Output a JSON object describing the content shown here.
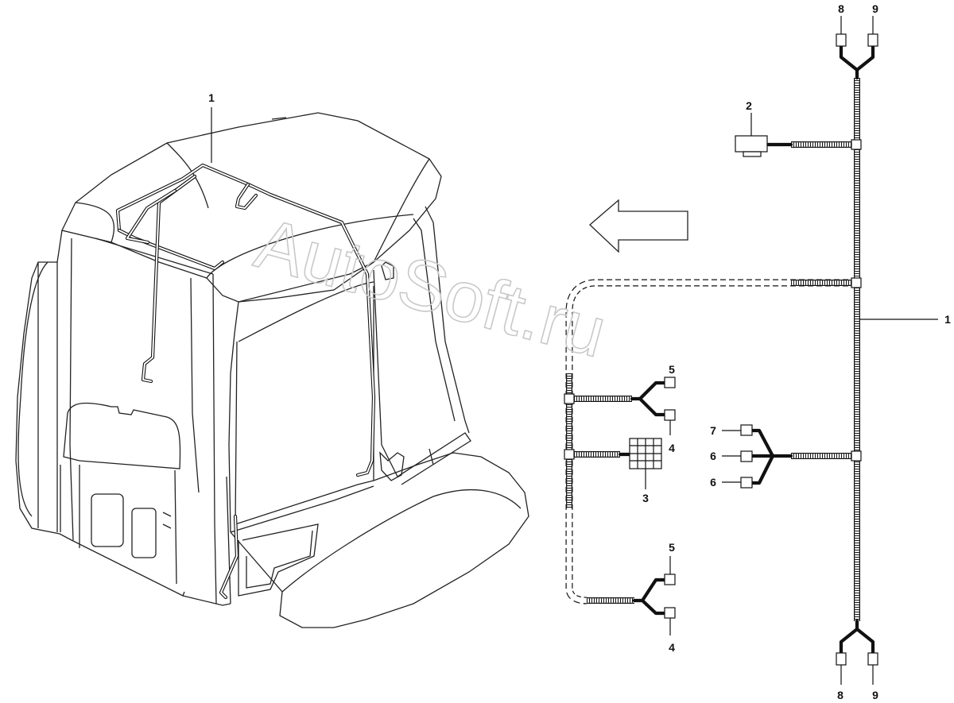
{
  "watermark": "AutoSoft.ru",
  "callouts": {
    "cab_harness": "1",
    "main_harness": "1",
    "c2": "2",
    "c3": "3",
    "c4_upper": "4",
    "c4_lower": "4",
    "c5_upper": "5",
    "c5_lower": "5",
    "c6_mid": "6",
    "c6_low": "6",
    "c7": "7",
    "c8_top": "8",
    "c9_top": "9",
    "c8_bottom": "8",
    "c9_bottom": "9"
  }
}
